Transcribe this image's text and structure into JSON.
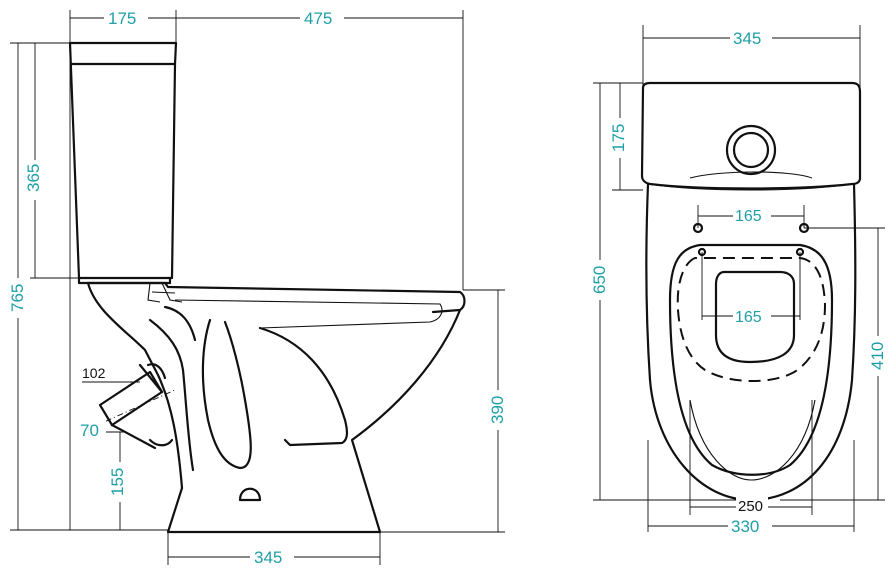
{
  "side_view": {
    "dim_tank_depth": "175",
    "dim_total_depth": "475",
    "dim_tank_height": "365",
    "dim_total_height": "765",
    "dim_bowl_height": "390",
    "dim_outlet_diameter": "102",
    "dim_outlet_axis_offset": "70",
    "dim_outlet_height": "155",
    "dim_base_length": "345"
  },
  "top_view": {
    "dim_tank_width": "345",
    "dim_tank_front": "175",
    "dim_total_length": "650",
    "dim_seat_holes_top": "165",
    "dim_seat_holes_inner": "165",
    "dim_bowl_length": "410",
    "dim_base_width": "250",
    "dim_bowl_width": "330"
  }
}
